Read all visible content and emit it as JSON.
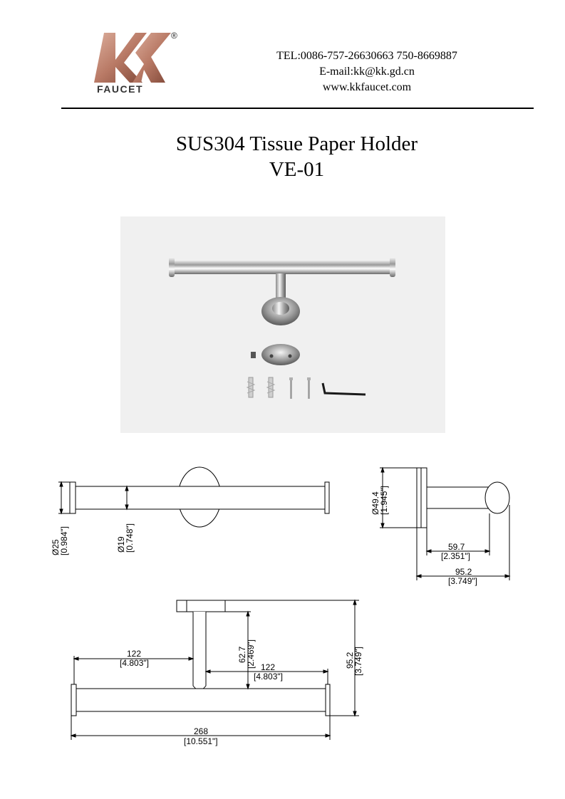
{
  "brand": {
    "logo_letters": "KK",
    "logo_word": "FAUCET",
    "registered": "®",
    "colors": {
      "logo_gradient_light": "#d9a48f",
      "logo_gradient_dark": "#7a3e30"
    }
  },
  "contact": {
    "tel": "TEL:0086-757-26630663 750-8669887",
    "email": "E-mail:kk@kk.gd.cn",
    "website": "www.kkfaucet.com"
  },
  "title": {
    "line1": "SUS304 Tissue Paper Holder",
    "line2": "VE-01"
  },
  "drawing_front": {
    "dim_end_dia": "Ø25",
    "dim_end_dia_in": "[0.984\"]",
    "dim_bar_dia": "Ø19",
    "dim_bar_dia_in": "[0.748\"]"
  },
  "drawing_side": {
    "dim_base_dia": "Ø49.4",
    "dim_base_dia_in": "[1.945\"]",
    "dim_arm": "59.7",
    "dim_arm_in": "[2.351\"]",
    "dim_depth": "95.2",
    "dim_depth_in": "[3.749\"]"
  },
  "drawing_top": {
    "dim_left": "122",
    "dim_left_in": "[4.803\"]",
    "dim_post": "62.7",
    "dim_post_in": "[2.469\"]",
    "dim_right": "122",
    "dim_right_in": "[4.803\"]",
    "dim_depth": "95.2",
    "dim_depth_in": "[3.749\"]",
    "dim_total": "268",
    "dim_total_in": "[10.551\"]"
  }
}
